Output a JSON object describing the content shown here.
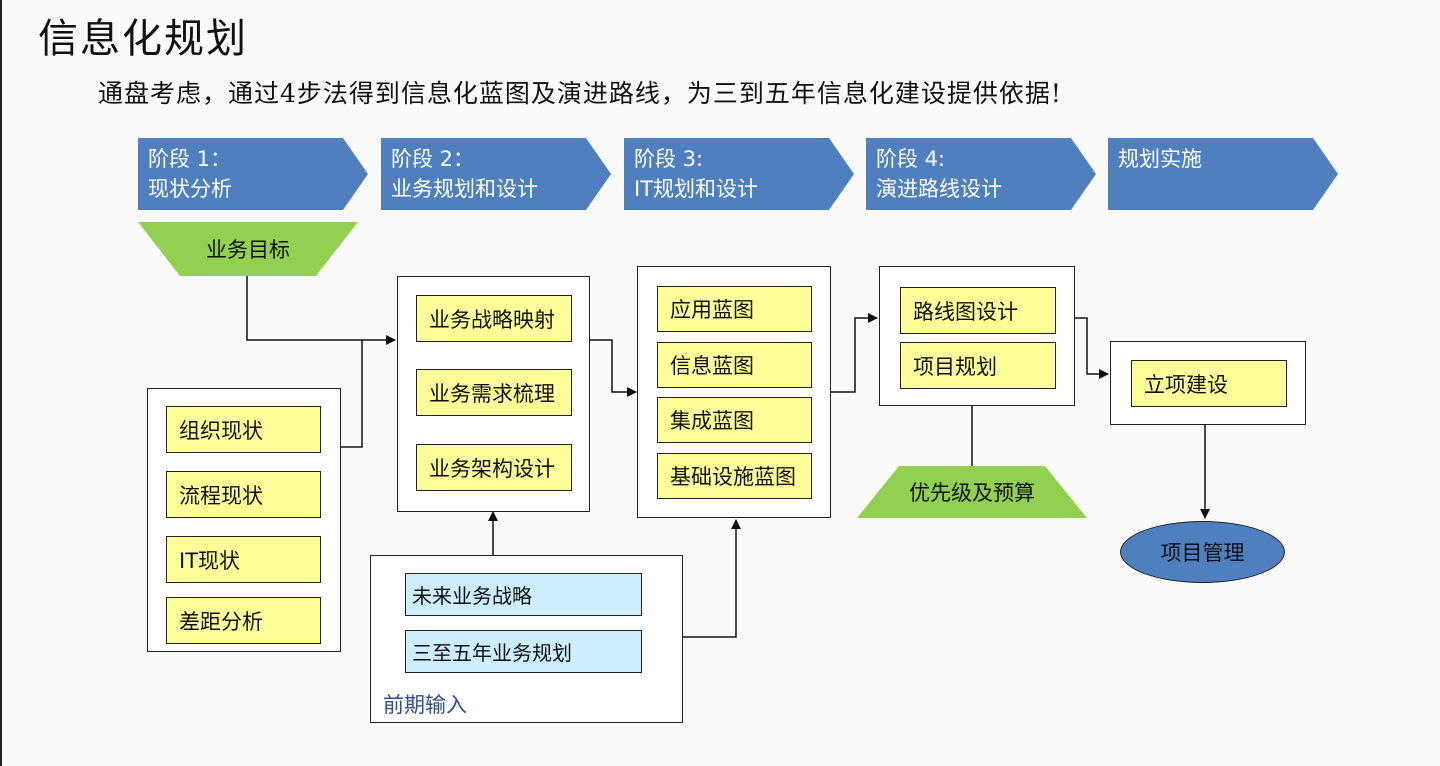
{
  "title": "信息化规划",
  "subtitle": "通盘考虑，通过4步法得到信息化蓝图及演进路线，为三到五年信息化建设提供依据!",
  "colors": {
    "stage_fill": "#4f7fbf",
    "trapezoid_fill": "#92d050",
    "box_fill": "#ffff99",
    "input_fill": "#cceeff",
    "ellipse_fill": "#4f7fbf",
    "input_label": "#2f4f8f"
  },
  "stages": [
    {
      "line1": "阶段 1：",
      "line2": "现状分析"
    },
    {
      "line1": "阶段 2：",
      "line2": "业务规划和设计"
    },
    {
      "line1": "阶段 3:",
      "line2": "IT规划和设计"
    },
    {
      "line1": "阶段 4:",
      "line2": "演进路线设计"
    },
    {
      "line1": "规划实施"
    }
  ],
  "business_goal": "业务目标",
  "current_state": [
    "组织现状",
    "流程现状",
    "IT现状",
    "差距分析"
  ],
  "business_planning": [
    "业务战略映射",
    "业务需求梳理",
    "业务架构设计"
  ],
  "it_blueprints": [
    "应用蓝图",
    "信息蓝图",
    "集成蓝图",
    "基础设施蓝图"
  ],
  "roadmap": [
    "路线图设计",
    "项目规划"
  ],
  "priority_budget": "优先级及预算",
  "implementation": "立项建设",
  "project_management": "项目管理",
  "early_inputs": {
    "items": [
      "未来业务战略",
      "三至五年业务规划"
    ],
    "label": "前期输入"
  }
}
